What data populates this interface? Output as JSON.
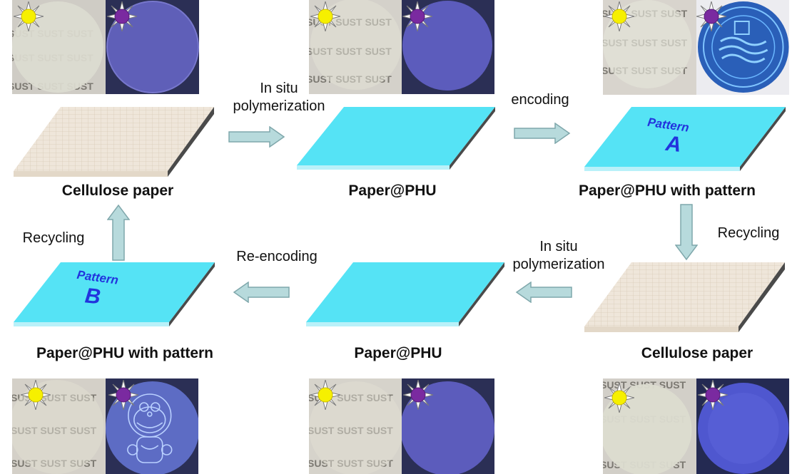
{
  "photos": {
    "watermark": "SUST SUST SUST",
    "uv_pattern_3": "seal",
    "uv_pattern_4": "cartoon cat"
  },
  "labels": {
    "cellulose_paper_top": "Cellulose paper",
    "paper_phu_top": "Paper@PHU",
    "paper_phu_pattern_top": "Paper@PHU with pattern",
    "paper_phu_pattern_bottom": "Paper@PHU with pattern",
    "paper_phu_bottom": "Paper@PHU",
    "cellulose_paper_bottom": "Cellulose paper"
  },
  "steps": {
    "in_situ_top_line1": "In situ",
    "in_situ_top_line2": "polymerization",
    "encoding": "encoding",
    "recycling_right": "Recycling",
    "in_situ_bottom_line1": "In situ",
    "in_situ_bottom_line2": "polymerization",
    "re_encoding": "Re-encoding",
    "recycling_left": "Recycling"
  },
  "patterns": {
    "a_word": "Pattern",
    "a_letter": "A",
    "b_word": "Pattern",
    "b_letter": "B"
  },
  "colors": {
    "phu_sheet": "#55e3f5",
    "phu_edge": "#2b9fb0",
    "cellulose_sheet": "#efe6da",
    "cellulose_edge": "#4a4a4a",
    "arrow_fill": "#b7dadc",
    "arrow_stroke": "#7fa7ab",
    "sun": "#f6f000",
    "uv": "#7a2aa0",
    "pattern_text": "#2233dd"
  }
}
